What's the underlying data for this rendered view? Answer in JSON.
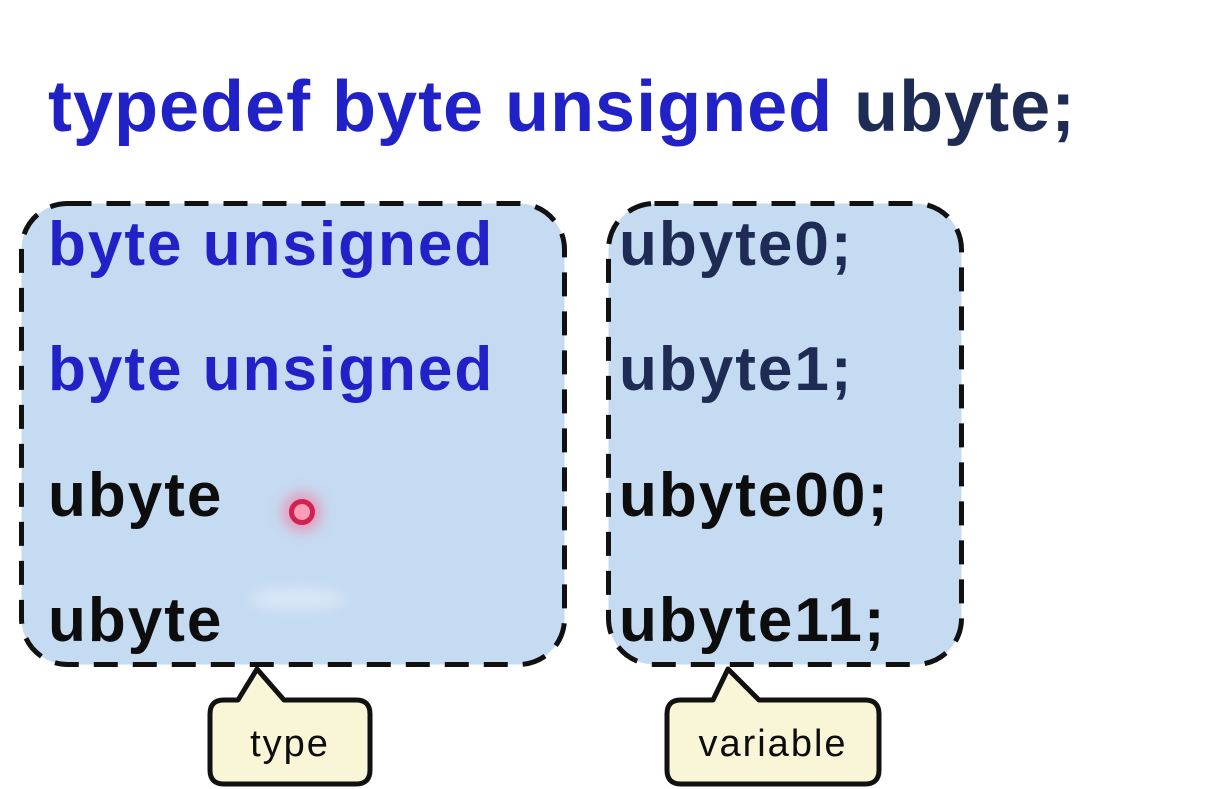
{
  "title": {
    "keyword_part": "typedef byte unsigned ",
    "name_part": "ubyte;"
  },
  "boxes": {
    "type_box": {
      "label": "type",
      "rows": [
        {
          "text": "byte unsigned",
          "color": "#2121c8"
        },
        {
          "text": "byte unsigned",
          "color": "#2121c8"
        },
        {
          "text": "ubyte",
          "color": "#0d0d0d"
        },
        {
          "text": "ubyte",
          "color": "#0d0d0d"
        }
      ]
    },
    "variable_box": {
      "label": "variable",
      "rows": [
        {
          "text": "ubyte0;",
          "color": "#1e2c55"
        },
        {
          "text": "ubyte1;",
          "color": "#1e2c55"
        },
        {
          "text": "ubyte00;",
          "color": "#0d0d0d"
        },
        {
          "text": "ubyte11;",
          "color": "#0d0d0d"
        }
      ]
    }
  },
  "colors": {
    "page_bg": "#ffffff",
    "bright_blue": "#2121c8",
    "navy": "#1e2c55",
    "text_black": "#0d0d0d",
    "box_fill": "#c5dbf2",
    "box_border": "#111111",
    "callout_fill": "#f9f5d7",
    "callout_border": "#111111",
    "laser_dot": "#cf2450",
    "laser_glow": "#ff9db8"
  }
}
